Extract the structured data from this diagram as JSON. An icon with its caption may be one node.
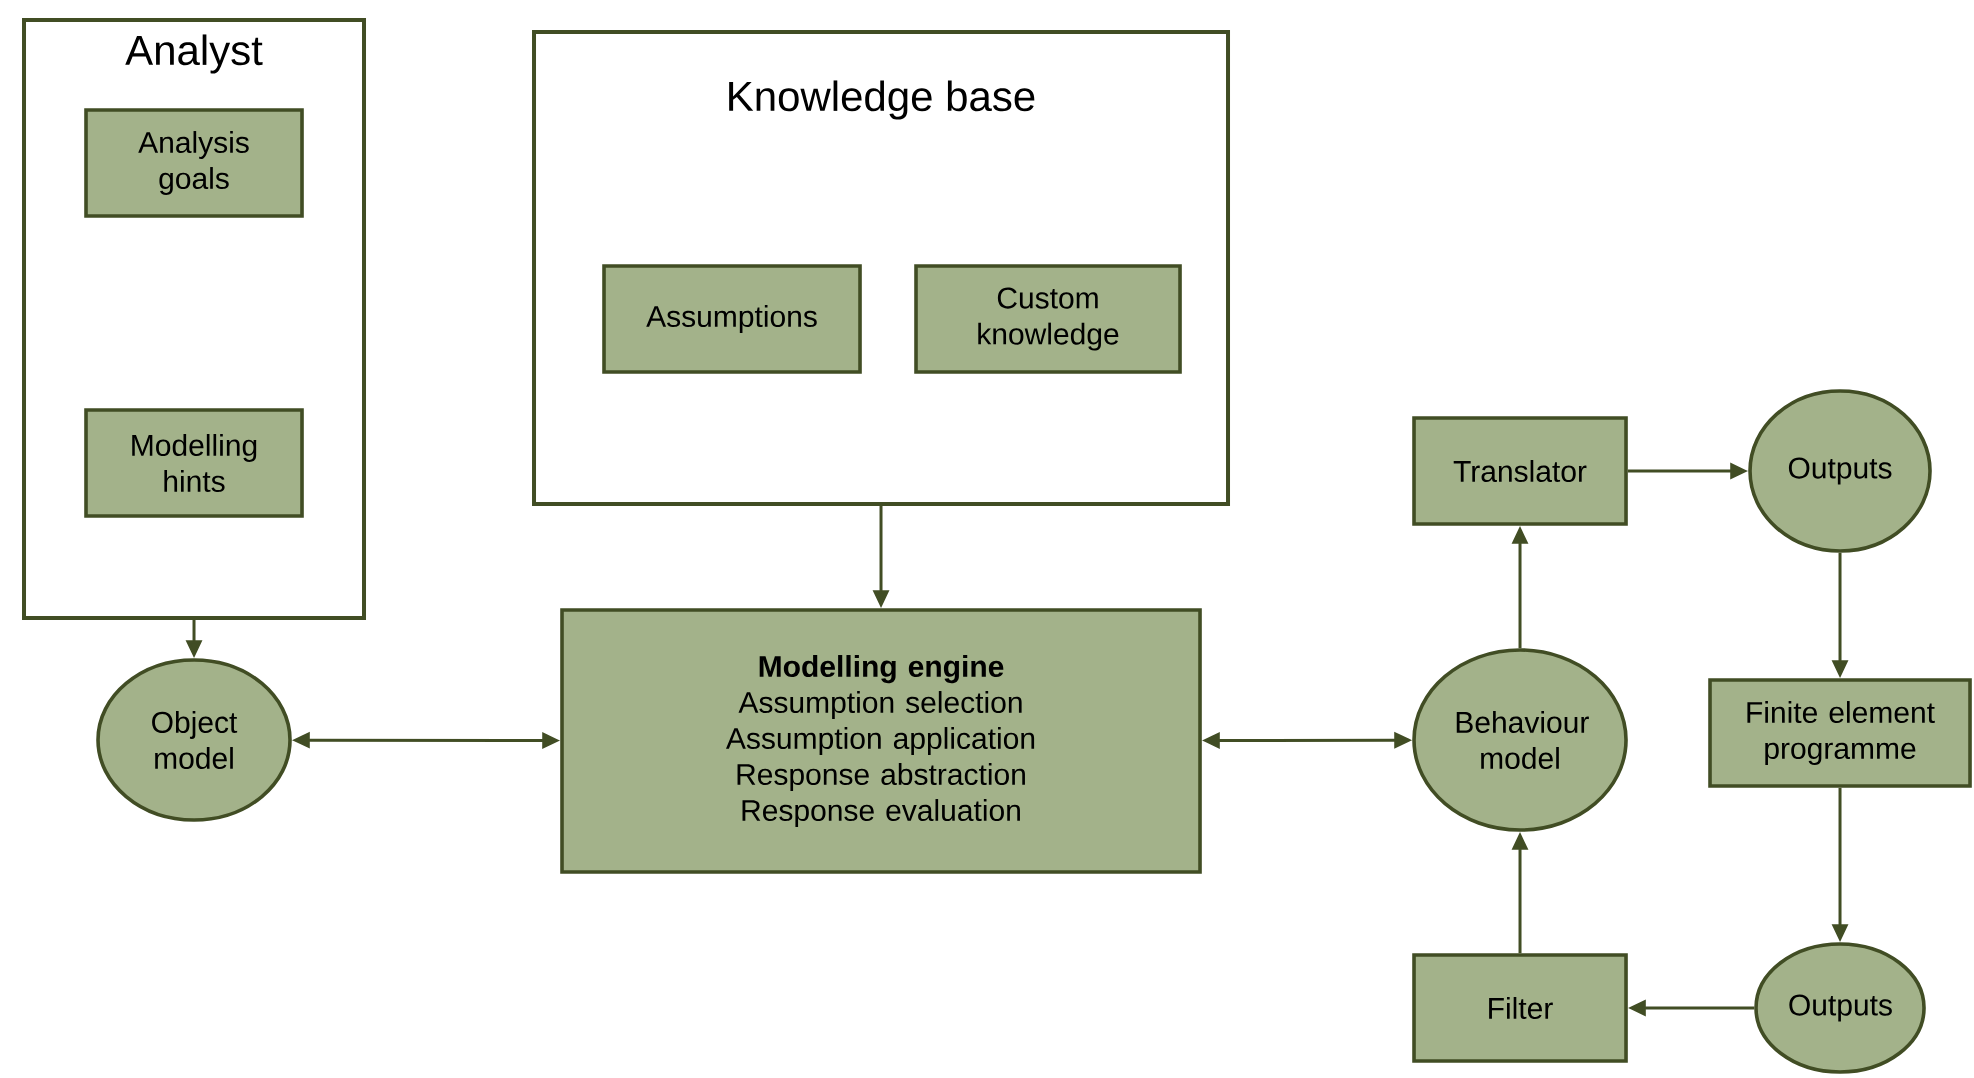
{
  "diagram": {
    "nodes": [
      {
        "text": [
          "Analyst"
        ]
      },
      {
        "text": [
          "Analysis goals"
        ],
        "in": 0
      },
      {
        "text": [
          "Modelling hints"
        ],
        "in": 0
      },
      {
        "text": [
          "Knowledge base"
        ]
      },
      {
        "text": [
          "Assumptions"
        ],
        "in": 3
      },
      {
        "text": [
          "Custom knowledge"
        ],
        "in": 3
      },
      {
        "text": [
          "Object model"
        ]
      },
      {
        "text": [
          "Modelling engine",
          "Assumption selection",
          "Assumption application",
          "Response abstraction",
          "Response evaluation"
        ]
      },
      {
        "text": [
          "Behaviour model"
        ]
      },
      {
        "text": [
          "Translator"
        ]
      },
      {
        "text": [
          "Outputs"
        ]
      },
      {
        "text": [
          "Finite element programme"
        ]
      },
      {
        "text": [
          "Outputs"
        ]
      },
      {
        "text": [
          "Filter"
        ]
      }
    ],
    "edges": [
      {
        "from": 0,
        "to": 6,
        "arrow": "to"
      },
      {
        "from": 6,
        "to": 7,
        "arrow": "both"
      },
      {
        "from": 3,
        "to": 7,
        "arrow": "to"
      },
      {
        "from": 7,
        "to": 8,
        "arrow": "both"
      },
      {
        "from": 8,
        "to": 9,
        "arrow": "to"
      },
      {
        "from": 9,
        "to": 10,
        "arrow": "to"
      },
      {
        "from": 10,
        "to": 11,
        "arrow": "to"
      },
      {
        "from": 11,
        "to": 12,
        "arrow": "to"
      },
      {
        "from": 12,
        "to": 13,
        "arrow": "to"
      },
      {
        "from": 13,
        "to": 8,
        "arrow": "to"
      }
    ]
  }
}
